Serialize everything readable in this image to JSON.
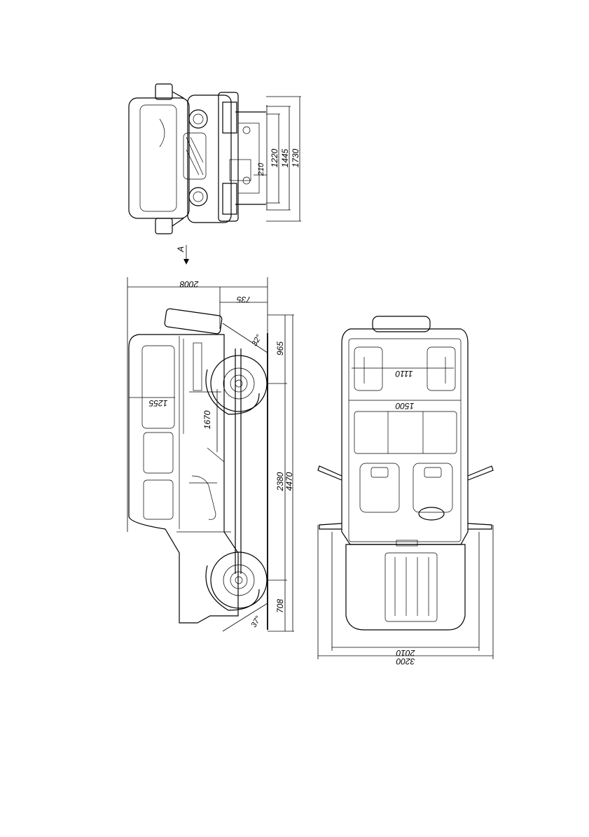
{
  "view_marker": "A",
  "front_view": {
    "dims": {
      "track": "1220",
      "wheel_track": "1445",
      "width": "1730",
      "clearance": "210"
    }
  },
  "side_view": {
    "dims": {
      "height": "2008",
      "rear_overhang_height": "735",
      "front_overhang": "965",
      "wheelbase": "2380",
      "length": "4470",
      "rear_overhang": "708",
      "seat_height": "1255",
      "inner_length": "1670",
      "approach_angle": "32°",
      "departure_angle": "37°"
    }
  },
  "top_view": {
    "dims": {
      "seat_span": "1110",
      "rear_width": "1500",
      "body_width": "2010",
      "mirror_width": "3200"
    }
  }
}
